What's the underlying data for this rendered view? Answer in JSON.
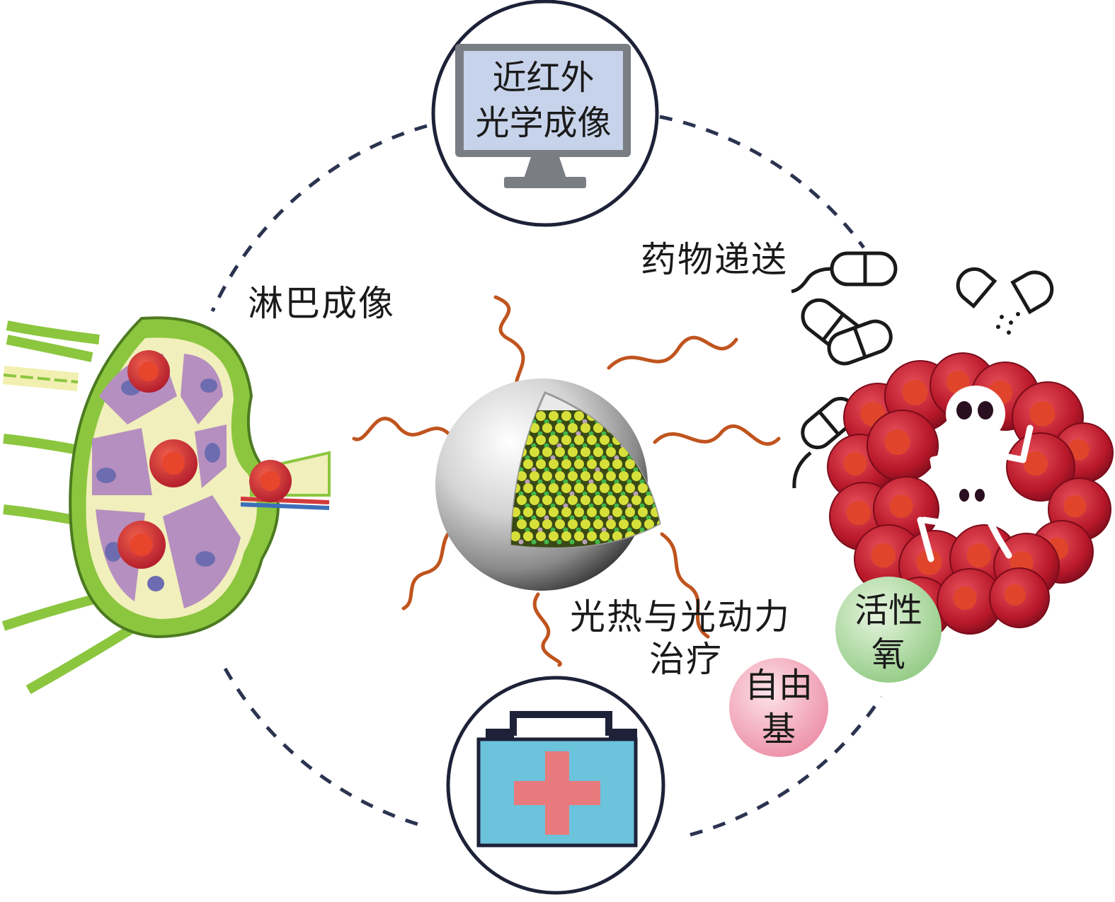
{
  "labels": {
    "monitor_line1": "近红外",
    "monitor_line2": "光学成像",
    "lymph_imaging": "淋巴成像",
    "drug_delivery": "药物递送",
    "therapy_line1": "光热与光动力",
    "therapy_line2": "治疗",
    "free_radical_line1": "自由",
    "free_radical_line2": "基",
    "ros_line1": "活性",
    "ros_line2": "氧"
  },
  "colors": {
    "ring_dash": "#2b3350",
    "monitor_screen": "#c7d3ea",
    "monitor_frame": "#7a7d83",
    "medkit_body": "#6cc3dc",
    "medkit_cross": "#e87a7d",
    "ligand": "#c0541e",
    "lymph_green": "#8cc63f",
    "lymph_purple": "#b58fbf",
    "cell_red": "#c8202e",
    "bubble_pink": "#f2a4b6",
    "bubble_green": "#a7d79b"
  },
  "icons": [
    "monitor-icon",
    "medical-kit-icon",
    "capsule-icon",
    "skeleton-icon",
    "nanoparticle-icon",
    "lymph-node-icon"
  ]
}
